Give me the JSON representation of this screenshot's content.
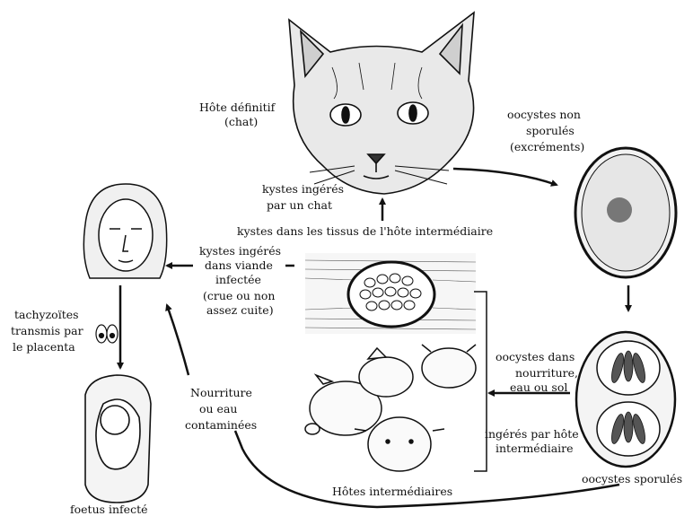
{
  "labels": {
    "host_definitive": "Hôte définitif",
    "host_definitive_sub": "(chat)",
    "oocysts_unsporulated_1": "oocystes non",
    "oocysts_unsporulated_2": "sporulés",
    "oocysts_unsporulated_3": "(excréments)",
    "cysts_ingested_cat_1": "kystes ingérés",
    "cysts_ingested_cat_2": "par un chat",
    "cysts_tissue": "kystes dans les tissus de l'hôte intermédiaire",
    "cysts_meat_1": "kystes ingérés",
    "cysts_meat_2": "dans viande",
    "cysts_meat_3": "infectée",
    "cysts_meat_4": "(crue ou non",
    "cysts_meat_5": "assez cuite)",
    "tachyzoites_1": "tachyzoïtes",
    "tachyzoites_2": "transmis par",
    "tachyzoites_3": "le placenta",
    "food_1": "Nourriture",
    "food_2": "ou eau",
    "food_3": "contaminées",
    "oocysts_in_food_1": "oocystes dans",
    "oocysts_in_food_2": "nourriture,",
    "oocysts_in_food_3": "eau ou sol",
    "ingested_host_1": "ingérés par hôte",
    "ingested_host_2": "intermédiaire",
    "intermediate_hosts": "Hôtes intermédiaires",
    "oocysts_sporulated": "oocystes sporulés",
    "fetus": "foetus infecté"
  }
}
